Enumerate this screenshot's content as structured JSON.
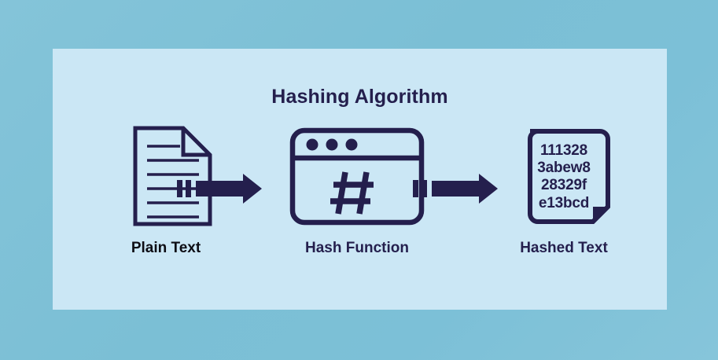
{
  "diagram": {
    "title": "Hashing Algorithm",
    "canvas_background": "#7bc0d7",
    "panel_background": "#cbe7f5",
    "ink_color": "#241f4d",
    "stages": [
      {
        "id": "plain-text",
        "label": "Plain Text",
        "icon": "document-lined-icon",
        "label_color": "#0d0d14",
        "line_count": 6
      },
      {
        "id": "hash-function",
        "label": "Hash Function",
        "icon": "browser-window-hash-icon",
        "label_color": "#241f4d",
        "glyph": "#",
        "dot_count": 3
      },
      {
        "id": "hashed-text",
        "label": "Hashed Text",
        "icon": "document-hash-icon",
        "label_color": "#241f4d",
        "hash_lines": [
          "111328",
          "3abew8",
          "28329f",
          "e13bcd"
        ]
      }
    ],
    "connectors": [
      {
        "id": "arrow-plain-to-function",
        "icon": "dashed-arrow-right-icon"
      },
      {
        "id": "arrow-function-to-hashed",
        "icon": "dashed-arrow-right-icon"
      }
    ]
  }
}
